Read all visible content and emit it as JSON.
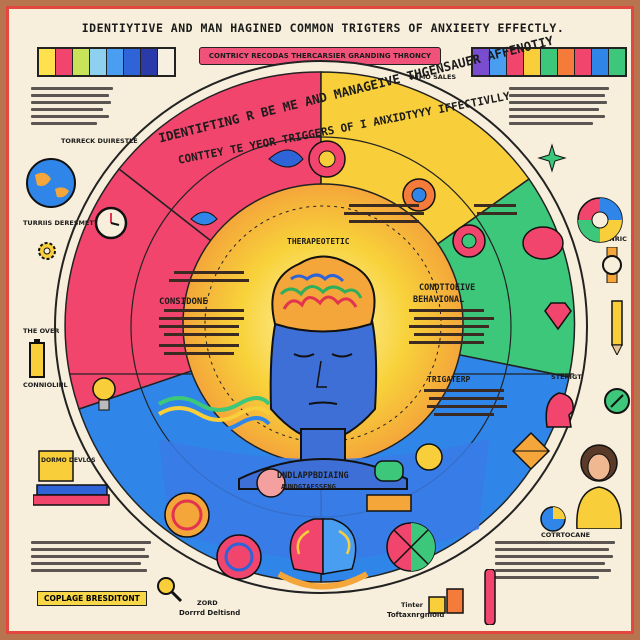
{
  "header": {
    "title": "IDENTIYTIVE AND MAN HAGINED COMMON TRIGTERS OF ANXIEETY EFFECTLY.",
    "subtitle": "CONTRICY RECODAS THERCARSIER GRANDING THRONCY"
  },
  "ring": {
    "heading_line1": "IDENTIFTING R BE ME AND MANAGEIVE THGENSAUER AFFENOTIY",
    "heading_line2": "CONTTEY TE YEOR TRIGGERS OF I ANXIDTYYY IFFECTIVLLY"
  },
  "sections": {
    "cognitive": "CONSIDONE",
    "therapeutic": "THERAPEOTETIC",
    "cbt_line1": "CONDTTOEIVE",
    "cbt_line2": "BEHAVIONAL",
    "trigger": "TRIGATERP",
    "understanding_line1": "DNDLAPPBDIAING",
    "understanding_line2": "AUNDGTAESSENG"
  },
  "side_labels": {
    "left_top": "TORRECK DUIRESTLE",
    "left_mid": "TURRIIS DERESMETTLE",
    "left_lower": "THE OVER",
    "left_bottom": "CONNIOLIIIL",
    "right_top": "DEMO SALES",
    "right_mid": "ANDENRIC",
    "right_lower": "STERIGT",
    "right_bottom": "COTRTOCANE",
    "book_label": "DORMO DEVLOS"
  },
  "footer": {
    "callout": "COPLAGE BRESDITONT",
    "center_left_label": "ZORD",
    "center_left_text": "Dorrrd Deltisnd",
    "center_right_label": "Tinter",
    "center_right_text": "Toftaxnrgniold"
  },
  "colors": {
    "pink": "#f2456d",
    "yellow": "#f8cf3a",
    "green": "#3cc77a",
    "blue": "#2f86e8",
    "orange": "#f4a63a",
    "border": "#e2473d",
    "face": "#3e6fd6"
  },
  "icons": [
    "globe-icon",
    "clock-icon",
    "gear-icon",
    "lightbulb-icon",
    "book-icon",
    "diamond-icon",
    "pencil-icon",
    "watch-icon",
    "brain-icon",
    "head-icon",
    "color-wheel-icon",
    "hands-icon",
    "magnifier-icon"
  ]
}
